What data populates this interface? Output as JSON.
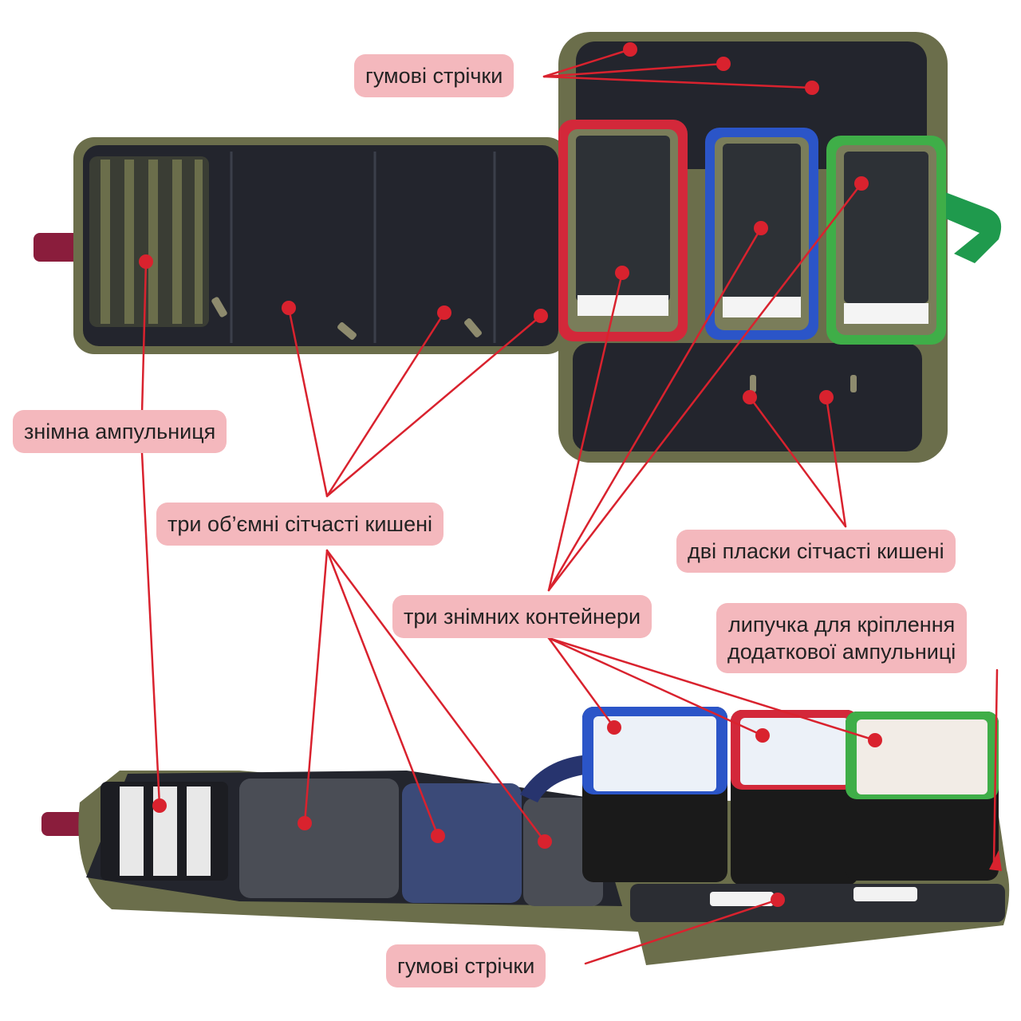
{
  "colors": {
    "label_bg": "#f4b8bd",
    "callout": "#d9222e",
    "fabric_olive": "#6b6e4b",
    "lining_dark": "#23252d",
    "container_red": "#d3283a",
    "container_blue": "#2b55c8",
    "container_green": "#3fae48",
    "strap_green": "#1f9a4d",
    "tab_maroon": "#8a1d3c"
  },
  "labels": {
    "rubber_bands_top": "гумові стрічки",
    "removable_ampoule_holder": "знімна ампульниця",
    "three_mesh_pockets": "три об’ємні сітчасті кишені",
    "two_flat_mesh_pockets": "дві пласки сітчасті кишені",
    "three_removable_containers": "три знімних контейнери",
    "velcro_line1": "липучка для кріплення",
    "velcro_line2": "додаткової ампульниці",
    "rubber_bands_bottom": "гумові стрічки"
  }
}
